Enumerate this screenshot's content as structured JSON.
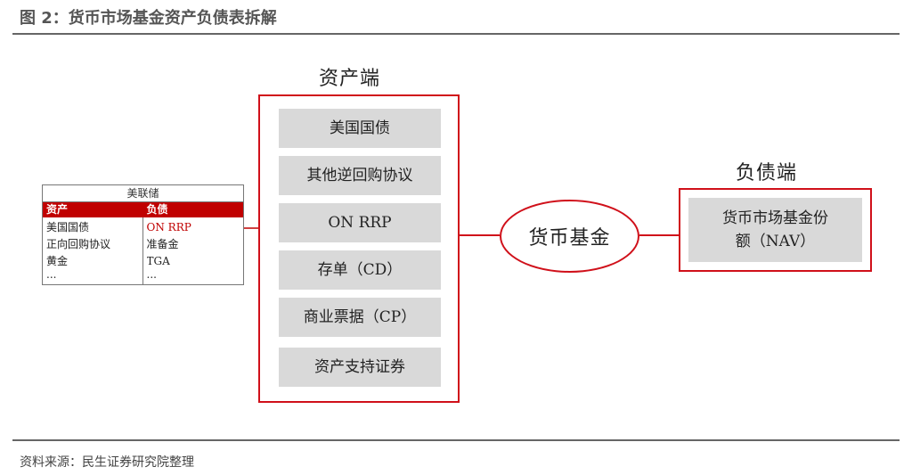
{
  "figure": {
    "title": "图 2：货币市场基金资产负债表拆解",
    "source": "资料来源：民生证券研究院整理"
  },
  "asset_side": {
    "heading": "资产端",
    "items": [
      "美国国债",
      "其他逆回购协议",
      "ON RRP",
      "存单（CD）",
      "商业票据（CP）",
      "资产支持证券"
    ]
  },
  "fund": {
    "label": "货币基金"
  },
  "liability_side": {
    "heading": "负债端",
    "item_line1": "货币市场基金份",
    "item_line2": "额（NAV）"
  },
  "fed_balance": {
    "title": "美联储",
    "asset_header": "资产",
    "liability_header": "负债",
    "assets": [
      "美国国债",
      "正向回购协议",
      "黄金",
      "..."
    ],
    "liabilities": [
      "ON RRP",
      "准备金",
      "TGA",
      "..."
    ]
  },
  "colors": {
    "accent_red": "#d0101a",
    "header_red": "#c00000",
    "item_gray": "#d9d9d9"
  }
}
